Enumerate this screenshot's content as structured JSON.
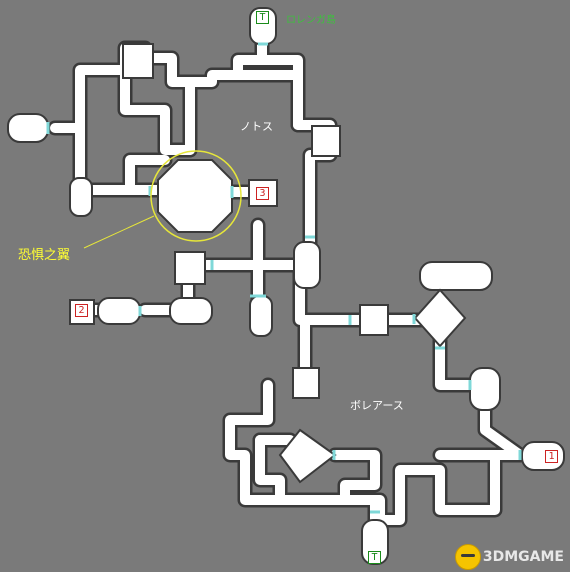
{
  "map": {
    "background": "#7a7a7a",
    "path_color": "#ffffff",
    "wall_color": "#3a3a3a",
    "door_color": "#7fd8d8",
    "highlight_color": "#e6e63a"
  },
  "labels": {
    "area_north": "ノトス",
    "area_south": "ボレアース",
    "green_note_top": "ロレンガ島",
    "item_name": "恐惧之翼"
  },
  "markers": {
    "warp_1": "1",
    "warp_2": "2",
    "warp_3": "3",
    "teleport_top": "T",
    "teleport_bottom": "T"
  },
  "watermark": {
    "brand": "3DMGAME"
  }
}
